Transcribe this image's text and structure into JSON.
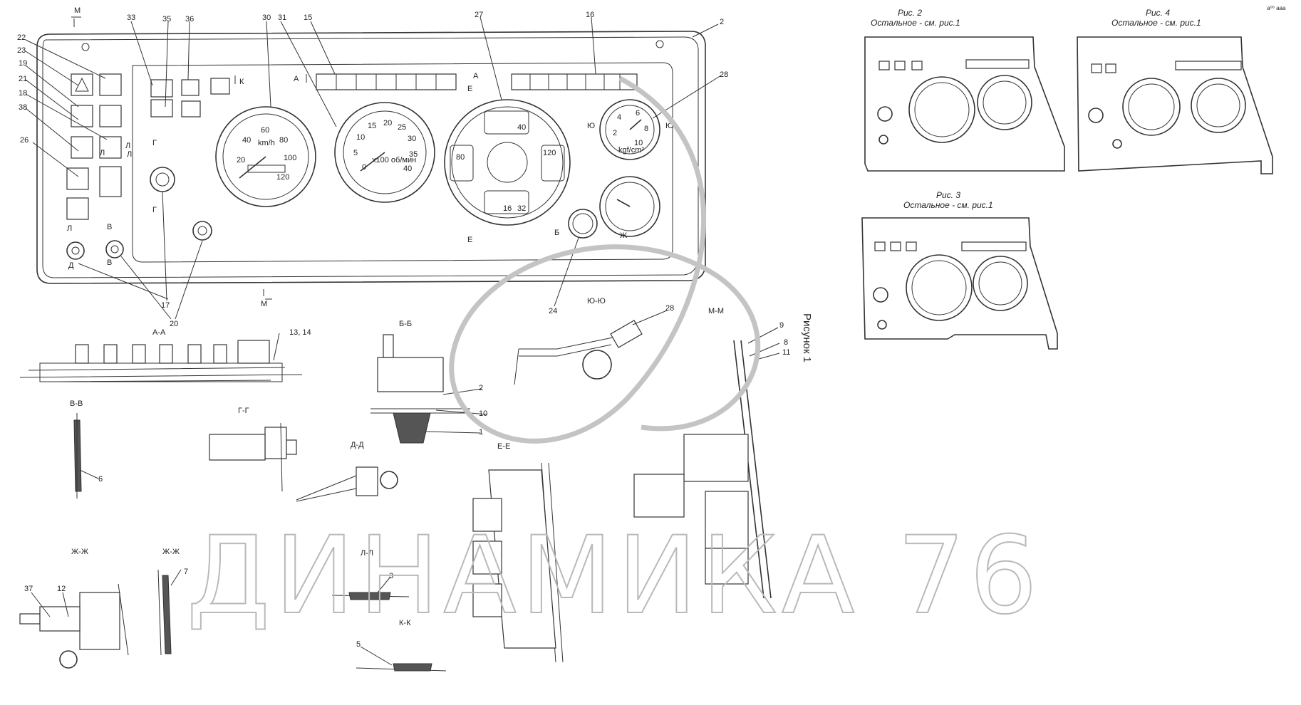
{
  "figure_title": "Рисунок 1",
  "watermark": "ДИНАМИКА 76",
  "corner_note": "а⁰⁰ ааа",
  "sub_figures": [
    {
      "title": "Рис. 2",
      "note": "Остальное - см. рис.1"
    },
    {
      "title": "Рис. 4",
      "note": "Остальное - см. рис.1"
    },
    {
      "title": "Рис. 3",
      "note": "Остальное - см. рис.1"
    }
  ],
  "section_labels": {
    "aa": "А-А",
    "bb": "Б-Б",
    "vv": "В-В",
    "gg": "Г-Г",
    "dd": "Д-Д",
    "ee": "Е-Е",
    "yuyu": "Ю-Ю",
    "mm": "М-М",
    "zhzh1": "Ж-Ж",
    "zhzh2": "Ж-Ж",
    "ll": "Л-Л",
    "kk": "К-К"
  },
  "view_marks": {
    "m_top": "М",
    "m_bottom": "М",
    "k": "К",
    "a1": "А",
    "a2": "А",
    "l1": "Л",
    "l2": "Л",
    "l3": "Л",
    "l4": "Л",
    "b1": "В",
    "b2": "В",
    "g1": "Г",
    "g2": "Г",
    "d1": "Д",
    "e1": "Е",
    "e2": "Е",
    "yu1": "Ю",
    "yu2": "Ю",
    "b_mark": "Б",
    "zh": "Ж"
  },
  "callouts": {
    "c22": "22",
    "c23": "23",
    "c19": "19",
    "c21": "21",
    "c18": "18",
    "c38": "38",
    "c26": "26",
    "c33": "33",
    "c35": "35",
    "c36": "36",
    "c30": "30",
    "c31": "31",
    "c15": "15",
    "c27": "27",
    "c16": "16",
    "c2": "2",
    "c28": "28",
    "c17": "17",
    "c20": "20",
    "c24": "24",
    "c13_14": "13, 14",
    "c2b": "2",
    "c10": "10",
    "c1": "1",
    "c6": "6",
    "c28b": "28",
    "c9": "9",
    "c8": "8",
    "c11": "11",
    "c37": "37",
    "c12": "12",
    "c7": "7",
    "c3": "3",
    "c5": "5"
  },
  "gauges": {
    "speedometer": {
      "unit": "km/h",
      "ticks": [
        "20",
        "40",
        "60",
        "80",
        "100",
        "120"
      ]
    },
    "tachometer": {
      "unit": "x100 об/мин",
      "ticks": [
        "0",
        "5",
        "10",
        "15",
        "20",
        "25",
        "30",
        "35",
        "40"
      ]
    },
    "pressure_gauge": {
      "unit": "kgf/cm²",
      "ticks": [
        "2",
        "4",
        "6",
        "8",
        "10"
      ]
    },
    "combo_gauge": {
      "ticks": [
        "40",
        "80",
        "120",
        "16",
        "32"
      ]
    }
  }
}
